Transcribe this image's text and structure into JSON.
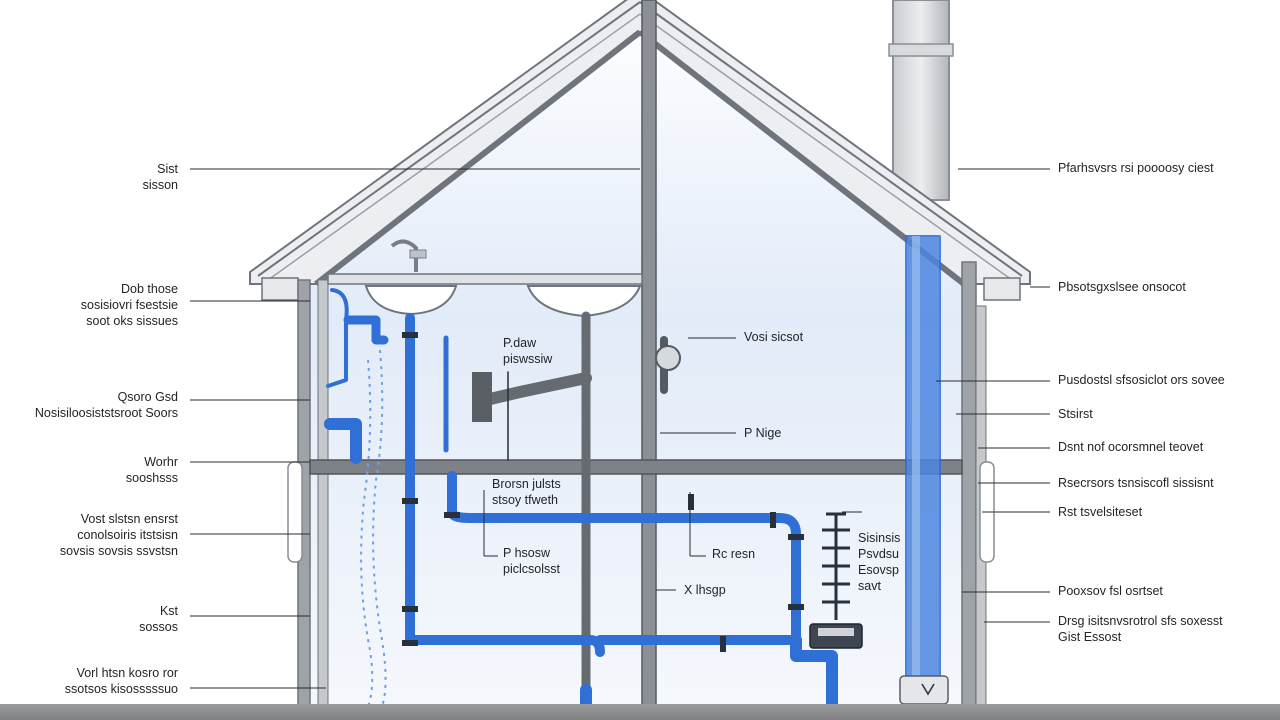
{
  "left_labels": [
    {
      "lines": [
        "Sist",
        "sisson"
      ]
    },
    {
      "lines": [
        "Dob those",
        "sosisiovri fsestsie",
        "soot oks sissues"
      ]
    },
    {
      "lines": [
        "Qsoro Gsd",
        "Nosisiloosiststsroot Soors"
      ]
    },
    {
      "lines": [
        "Worhr",
        "sooshsss"
      ]
    },
    {
      "lines": [
        "Vost slstsn ensrst",
        "conolsoiris itstsisn",
        "sovsis sovsis ssvstsn"
      ]
    },
    {
      "lines": [
        "Kst",
        "sossos"
      ]
    },
    {
      "lines": [
        "Vorl htsn kosro ror",
        "ssotsos kisosssssuo"
      ]
    }
  ],
  "right_labels": [
    {
      "text": "Pfarhsvsrs rsi poooosy ciest"
    },
    {
      "text": "Pbsotsgxslsee onsocot"
    },
    {
      "text": "Pusdostsl sfsosiclot ors sovee"
    },
    {
      "text": "Stsirst"
    },
    {
      "text": "Dsnt nof ocorsmnel teovet"
    },
    {
      "text": "Rsecrsors tsnsiscofl sissisnt"
    },
    {
      "text": "Rst tsvelsiteset"
    },
    {
      "text": "Pooxsov fsl osrtset"
    },
    {
      "lines": [
        "Drsg isitsnvsrotrol sfs soxesst",
        "Gist Essost"
      ]
    }
  ],
  "inner_labels": [
    {
      "lines": [
        "P.daw",
        "piswssiw"
      ]
    },
    {
      "text": "Vosi sicsot"
    },
    {
      "text": "P Nige"
    },
    {
      "lines": [
        "Brorsn julsts",
        "stsoy tfweth"
      ]
    },
    {
      "lines": [
        "P hsosw",
        "piclcsolsst"
      ]
    },
    {
      "text": "Rc resn"
    },
    {
      "text": "X lhsgp"
    },
    {
      "lines": [
        "Sisinsis",
        "Psvdsu",
        "Esovsp",
        "savt"
      ]
    }
  ],
  "colors": {
    "pipe_blue": "#2f6fd6",
    "pipe_dark": "#27303d",
    "roof": "#6f747c",
    "wall": "#7a7e84",
    "sky_gradient_top": "#dfe9f8",
    "ground": "#8a8c8f",
    "leader": "#2a2c30"
  },
  "icons": [
    "sink-icon",
    "faucet-icon",
    "pump-icon",
    "valve-icon",
    "chimney-icon"
  ]
}
